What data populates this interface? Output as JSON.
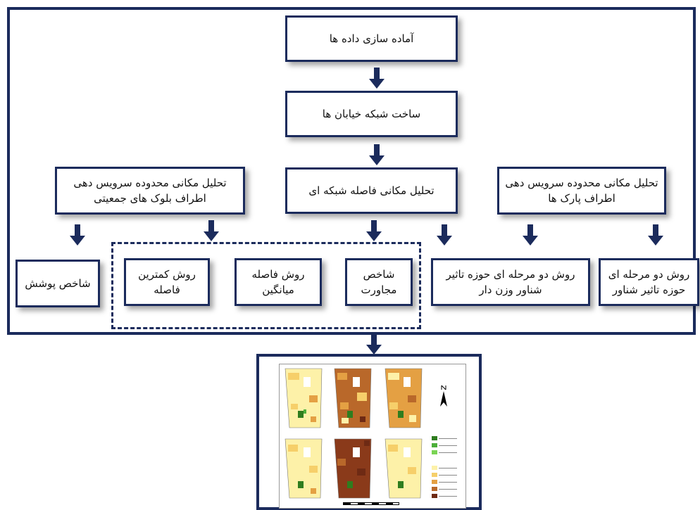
{
  "nodes": {
    "prep": "آماده سازی داده ها",
    "network": "ساخت شبکه خیابان ها",
    "distance_analysis": "تحلیل مکانی فاصله شبکه ای",
    "service_blocks": "تحلیل مکانی محدوده سرویس دهی اطراف بلوک های جمعیتی",
    "service_parks": "تحلیل مکانی محدوده سرویس دهی اطراف پارک ها",
    "coverage_index": "شاخص پوشش",
    "min_distance": "روش کمترین فاصله",
    "mean_distance": "روش فاصله میانگین",
    "adjacency_index": "شاخص مجاورت",
    "weighted_2sfca": "روش دو مرحله ای حوزه تاثیر شناور وزن دار",
    "twostep_fca": "روش دو مرحله ای حوزه تاثیر شناور"
  },
  "colors": {
    "navy": "#1b2b5c",
    "green_dark": "#2f7d1f",
    "green_mid": "#4caf3a",
    "green_light": "#7ad454",
    "class_1": "#fdf1a8",
    "class_2": "#f6cf6a",
    "class_3": "#e4a043",
    "class_4": "#b9682a",
    "class_5": "#6e2a14"
  }
}
